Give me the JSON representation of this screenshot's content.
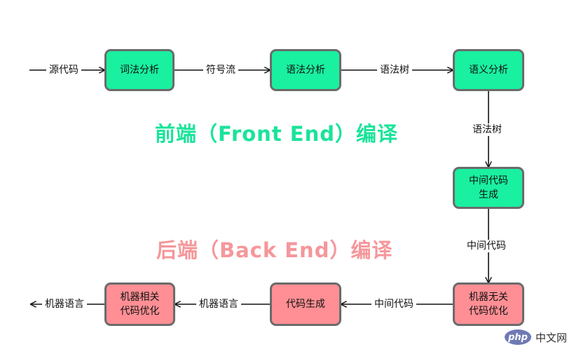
{
  "diagram": {
    "nodes": {
      "lexical": "词法分析",
      "syntax": "语法分析",
      "semantic": "语义分析",
      "ir_gen": "中间代码\n生成",
      "opt_independent": "机器无关\n代码优化",
      "codegen": "代码生成",
      "opt_dependent": "机器相关\n代码优化"
    },
    "edge_labels": {
      "source_code": "源代码",
      "token_stream": "符号流",
      "syntax_tree_1": "语法树",
      "syntax_tree_2": "语法树",
      "ir_1": "中间代码",
      "ir_2": "中间代码",
      "machine_lang_1": "机器语言",
      "machine_lang_2": "机器语言"
    },
    "headings": {
      "front": "前端（Front End）编译",
      "back": "后端（Back End）编译"
    },
    "colors": {
      "front_node": "#19f0a0",
      "back_node": "#ff8f94",
      "front_heading": "#19e49a",
      "back_heading": "#f5979b",
      "border": "#6b6b6b"
    }
  },
  "watermark": {
    "logo": "php",
    "text": "中文网"
  }
}
